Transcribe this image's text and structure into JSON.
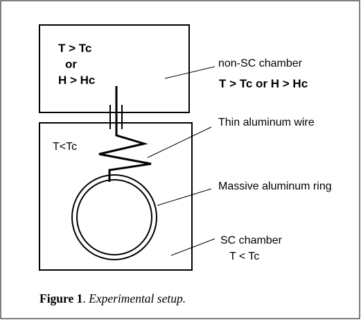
{
  "upper_box": {
    "line1": "T > Tc",
    "line2": "or",
    "line3": "H > Hc"
  },
  "lower_box": {
    "label": "T<Tc"
  },
  "callouts": {
    "non_sc_chamber": "non-SC chamber",
    "non_sc_condition": "T > Tc or H > Hc",
    "thin_wire": "Thin aluminum wire",
    "massive_ring": "Massive aluminum ring",
    "sc_chamber": "SC chamber",
    "sc_condition": "T < Tc"
  },
  "caption": {
    "label": "Figure 1",
    "separator": ". ",
    "text": "Experimental setup."
  }
}
